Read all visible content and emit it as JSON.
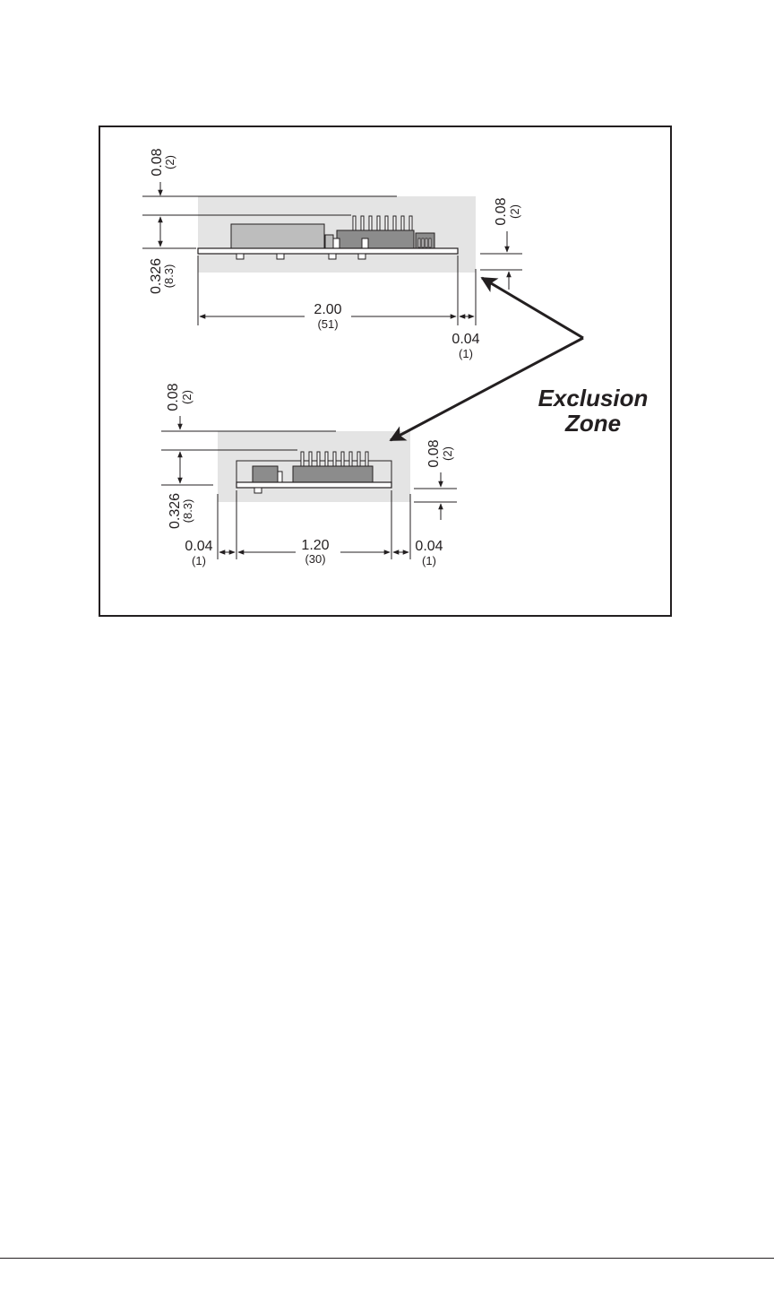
{
  "callout": {
    "line1": "Exclusion",
    "line2": "Zone"
  },
  "top_view": {
    "top_clearance_in": "0.08",
    "top_clearance_mm": "(2)",
    "height_in": "0.326",
    "height_mm": "(8.3)",
    "width_in": "2.00",
    "width_mm": "(51)",
    "right_margin_in": "0.04",
    "right_margin_mm": "(1)",
    "bottom_clearance_in": "0.08",
    "bottom_clearance_mm": "(2)"
  },
  "bottom_view": {
    "top_clearance_in": "0.08",
    "top_clearance_mm": "(2)",
    "height_in": "0.326",
    "height_mm": "(8.3)",
    "left_margin_in": "0.04",
    "left_margin_mm": "(1)",
    "width_in": "1.20",
    "width_mm": "(30)",
    "right_margin_in": "0.04",
    "right_margin_mm": "(1)",
    "bottom_clearance_in": "0.08",
    "bottom_clearance_mm": "(2)"
  },
  "colors": {
    "ink": "#231f20",
    "zone": "#e4e4e4",
    "component": "#bdbdbd",
    "connector": "#8c8c8c"
  }
}
